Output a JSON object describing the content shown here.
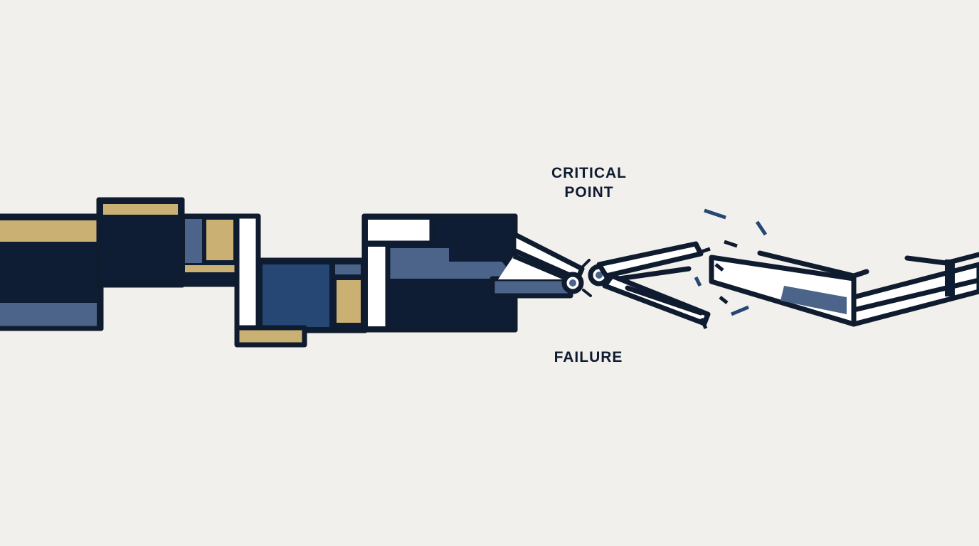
{
  "labels": {
    "critical_line1": "CRITICAL",
    "critical_line2": "POINT",
    "failure": "FAILURE"
  },
  "palette": {
    "background": "#f1f0ec",
    "outline": "#0f1b2e",
    "navy_dark": "#0e1d33",
    "navy_mid": "#264673",
    "slate_blue": "#4c6489",
    "gold": "#cbb074",
    "white": "#ffffff"
  },
  "icons": [
    "chain-assembly-intact",
    "fracture-sparks",
    "chain-assembly-broken"
  ]
}
